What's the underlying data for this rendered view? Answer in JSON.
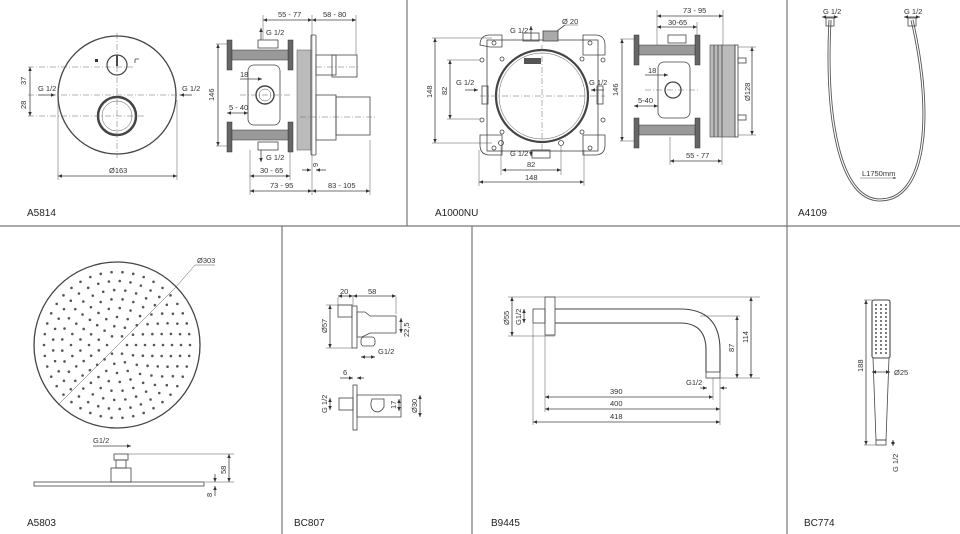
{
  "panels": {
    "a5814": {
      "code": "A5814",
      "dims": {
        "d37": "37",
        "d28": "28",
        "g_left": "G 1/2",
        "g_right": "G 1/2",
        "dia163": "Ø163",
        "d55_77": "55 - 77",
        "d58_80": "58 - 80",
        "g_top": "G 1/2",
        "d18": "18",
        "d146": "146",
        "d5_40": "5 - 40",
        "g_bottom": "G 1/2",
        "d30_65": "30 - 65",
        "d9": "9",
        "d73_95": "73 - 95",
        "d83_105": "83 - 105"
      }
    },
    "a1000nu": {
      "code": "A1000NU",
      "dims": {
        "g_top": "G 1/2",
        "dia20": "Ø 20",
        "d148v": "148",
        "d82v": "82",
        "g_left": "G 1/2",
        "g_right": "G 1/2",
        "g_bottom": "G 1/2",
        "d82h": "82",
        "d148h": "148",
        "d73_95": "73 - 95",
        "d30_65": "30-65",
        "d18": "18",
        "d146": "146",
        "d5_40": "5-40",
        "dia128": "Ø128",
        "d55_77": "55 - 77"
      }
    },
    "a4109": {
      "code": "A4109",
      "dims": {
        "g_left": "G 1/2",
        "g_right": "G 1/2",
        "length": "L1750mm"
      }
    },
    "a5803": {
      "code": "A5803",
      "dims": {
        "dia303": "Ø303",
        "g12": "G1/2",
        "d58": "58",
        "d8": "8"
      }
    },
    "bc807": {
      "code": "BC807",
      "dims": {
        "d20": "20",
        "d58": "58",
        "dia57": "Ø57",
        "d22_5": "22,5",
        "g12": "G1/2",
        "d6": "6",
        "g12v": "G 1/2",
        "d17": "17",
        "dia30": "Ø30"
      }
    },
    "b9445": {
      "code": "B9445",
      "dims": {
        "dia55": "Ø55",
        "g12v": "G1/2",
        "d87": "87",
        "d114": "114",
        "g12": "G1/2",
        "d390": "390",
        "d400": "400",
        "d418": "418"
      }
    },
    "bc774": {
      "code": "BC774",
      "dims": {
        "d188": "188",
        "dia25": "Ø25",
        "g12": "G 1/2"
      }
    }
  }
}
